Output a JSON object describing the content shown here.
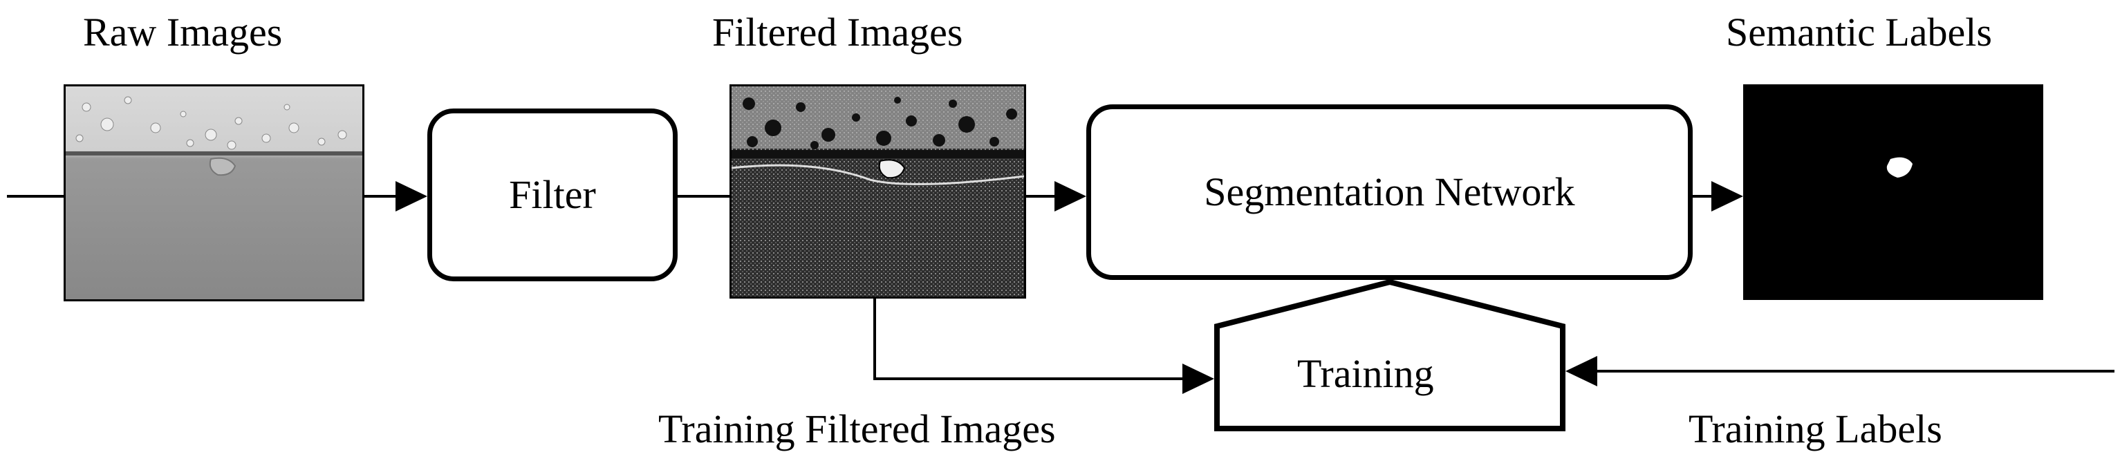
{
  "labels": {
    "raw_images": "Raw Images",
    "filtered_images": "Filtered Images",
    "semantic_labels": "Semantic Labels",
    "training_filtered_images": "Training Filtered Images",
    "training_labels": "Training Labels"
  },
  "nodes": {
    "filter": "Filter",
    "segmentation_network": "Segmentation Network",
    "training": "Training"
  },
  "images": {
    "raw": "raw-microscopy-image",
    "filtered": "filtered-microscopy-image",
    "semantic": "semantic-label-mask"
  },
  "colors": {
    "raw_top": "#d9d9d9",
    "raw_bottom": "#8c8c8c",
    "filtered_bg": "#3a3a3a",
    "mask_bg": "#000000",
    "mask_blob": "#ffffff"
  }
}
